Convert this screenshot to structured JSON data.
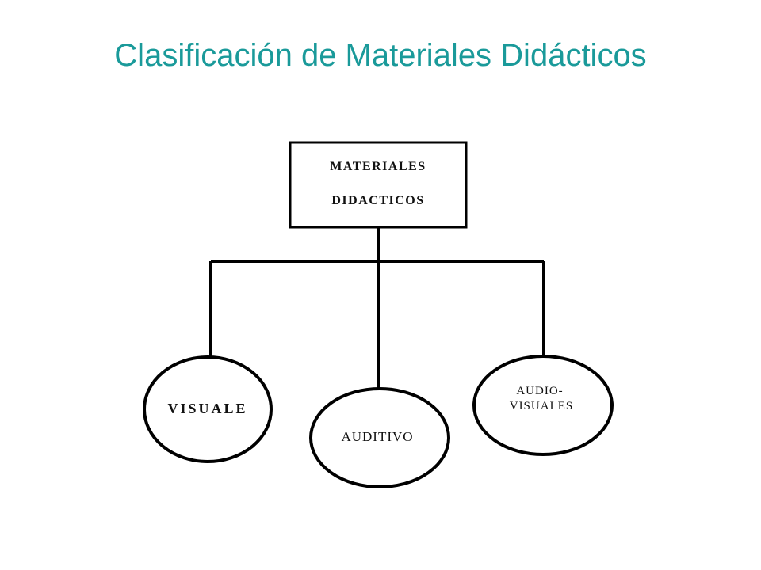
{
  "title": "Clasificación de Materiales Didácticos",
  "colors": {
    "title": "#1a9a9a",
    "line": "#000000",
    "text": "#111111"
  },
  "diagram": {
    "root": {
      "lines": [
        "MATERIALES",
        "DIDACTICOS"
      ]
    },
    "children": [
      {
        "lines": [
          "VISUALE"
        ]
      },
      {
        "lines": [
          "AUDITIVO"
        ]
      },
      {
        "lines": [
          "AUDIO-",
          "VISUALES"
        ]
      }
    ]
  }
}
